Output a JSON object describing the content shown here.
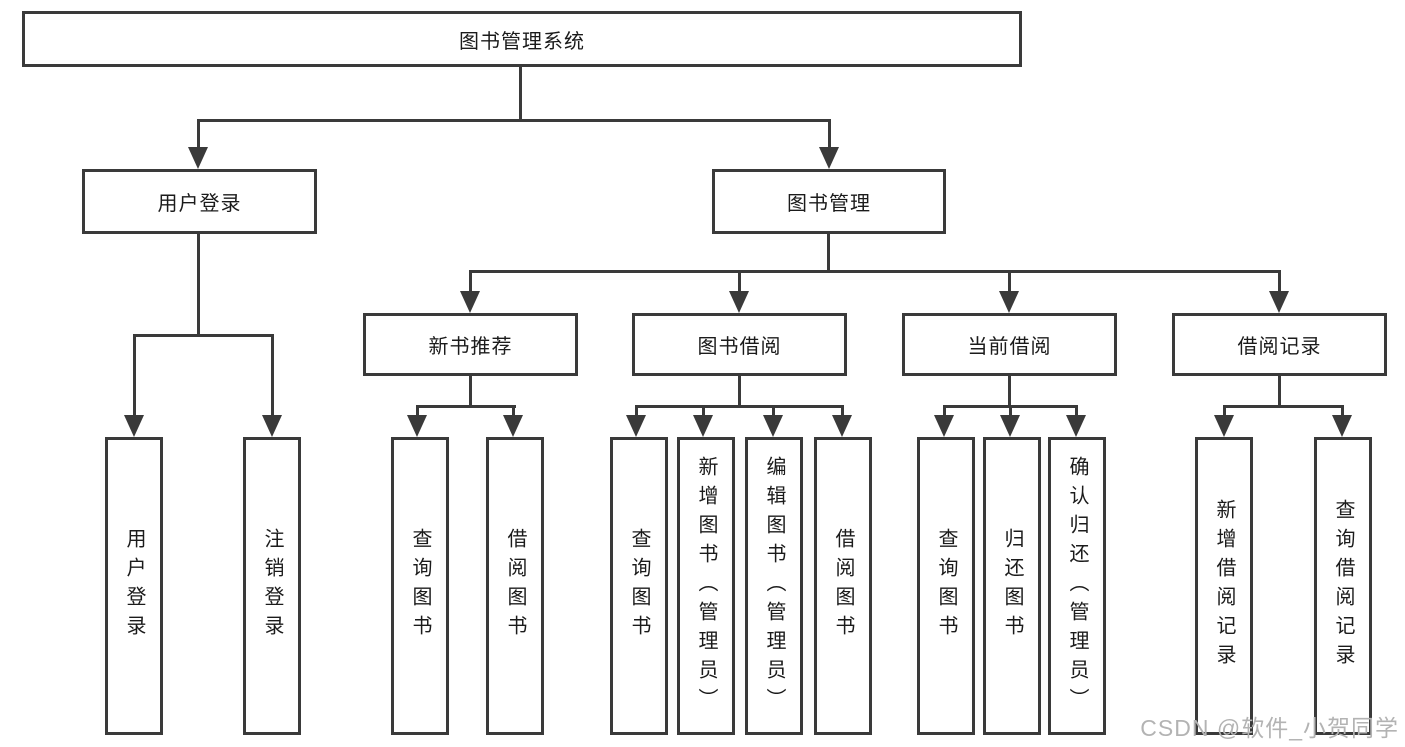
{
  "tree": {
    "root": "图书管理系统",
    "branches": [
      {
        "label": "用户登录",
        "children": [
          "用户登录",
          "注销登录"
        ]
      },
      {
        "label": "图书管理",
        "children": [
          {
            "label": "新书推荐",
            "children": [
              "查询图书",
              "借阅图书"
            ]
          },
          {
            "label": "图书借阅",
            "children": [
              "查询图书",
              "新增图书（管理员）",
              "编辑图书（管理员）",
              "借阅图书"
            ]
          },
          {
            "label": "当前借阅",
            "children": [
              "查询图书",
              "归还图书",
              "确认归还（管理员）"
            ]
          },
          {
            "label": "借阅记录",
            "children": [
              "新增借阅记录",
              "查询借阅记录"
            ]
          }
        ]
      }
    ]
  },
  "watermark": {
    "text": "CSDN @软件_小贺同学"
  },
  "colors": {
    "line": "#3a3a3a",
    "text": "#1b1b1b",
    "watermark": "#b3b3b3",
    "background": "#ffffff"
  }
}
